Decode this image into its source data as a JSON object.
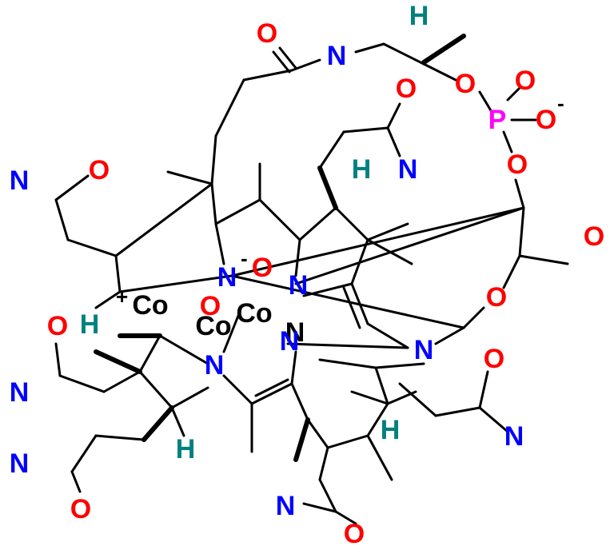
{
  "colors": {
    "carbon_bond": "#000000",
    "oxygen": "#ff0000",
    "nitrogen": "#0000ff",
    "hydrogen": "#008080",
    "phosphorus": "#ff00ff",
    "cobalt": "#000000",
    "background": "#ffffff"
  },
  "atoms": {
    "o_top_amide": "O",
    "n_top_amide": "N",
    "h_top": "H",
    "o_ester1": "O",
    "p": "P",
    "o_p_double": "O",
    "o_p_minus": "O",
    "o_p_minus_charge": "-",
    "o_ester2": "O",
    "o_amide_a": "O",
    "n_amide_a": "N",
    "h_a": "H",
    "o_left_top": "O",
    "n_left_top": "N",
    "o_ch2": "O",
    "n_minus": "N",
    "n_minus_charge": "-",
    "o_center": "O",
    "co_plus": "Co",
    "co_plus_charge": "+",
    "o_center2": "O",
    "co_a": "Co",
    "co_b": "Co",
    "n_center_right": "N",
    "n_center": "N",
    "o_ring": "O",
    "h_left": "H",
    "o_left_mid": "O",
    "n_left_mid": "N",
    "n_low": "N",
    "n_right": "N",
    "o_right": "O",
    "n_right_amide": "N",
    "h_right": "H",
    "n_bottom_left": "N",
    "o_bottom_left": "O",
    "h_bottom": "H",
    "n_bottom": "N",
    "o_bottom": "O"
  }
}
